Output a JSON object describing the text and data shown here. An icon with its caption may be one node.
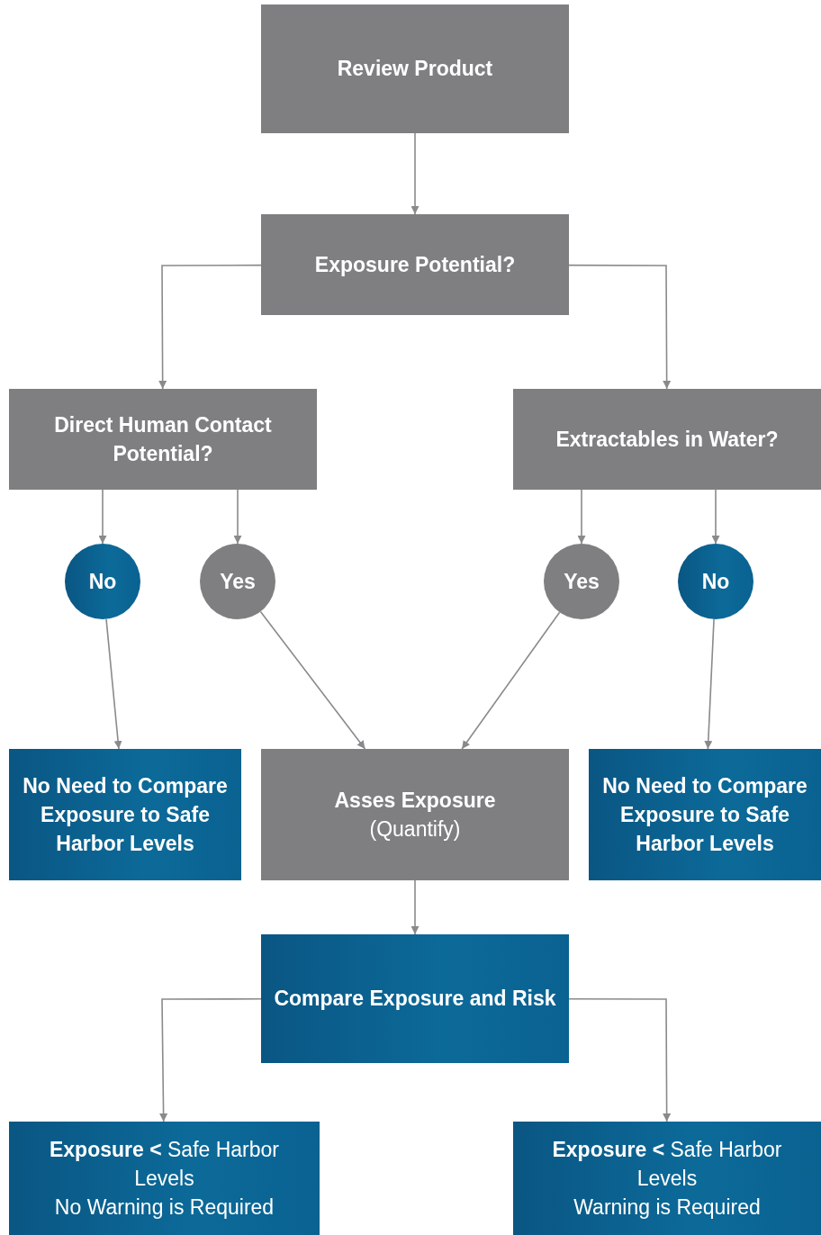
{
  "diagram": {
    "nodes": [
      {
        "text": [
          "Review Product"
        ]
      },
      {
        "text": [
          "Exposure Potential?"
        ]
      },
      {
        "text": [
          "Direct Human Contact Potential?"
        ]
      },
      {
        "text": [
          "Extractables in Water?"
        ]
      },
      {
        "text": [
          "No"
        ]
      },
      {
        "text": [
          "Yes"
        ]
      },
      {
        "text": [
          "Yes"
        ]
      },
      {
        "text": [
          "No"
        ]
      },
      {
        "text": [
          "No Need to Compare Exposure to Safe Harbor Levels"
        ]
      },
      {
        "text": [
          "Asses Exposure",
          "(Quantify)"
        ]
      },
      {
        "text": [
          "No Need to Compare Exposure to Safe Harbor Levels"
        ]
      },
      {
        "text": [
          "Compare Exposure and Risk"
        ]
      },
      {
        "text": [
          "**Exposure <** Safe Harbor Levels",
          "No Warning is Required"
        ]
      },
      {
        "text": [
          "**Exposure <** Safe Harbor Levels",
          "Warning is Required"
        ]
      }
    ],
    "edges": [
      {
        "from": 0,
        "to": 1,
        "arrow": "to"
      },
      {
        "from": 1,
        "to": 2,
        "arrow": "to"
      },
      {
        "from": 1,
        "to": 3,
        "arrow": "to"
      },
      {
        "from": 2,
        "to": 4,
        "arrow": "to"
      },
      {
        "from": 2,
        "to": 5,
        "arrow": "to"
      },
      {
        "from": 3,
        "to": 6,
        "arrow": "to"
      },
      {
        "from": 3,
        "to": 7,
        "arrow": "to"
      },
      {
        "from": 4,
        "to": 8,
        "arrow": "to"
      },
      {
        "from": 5,
        "to": 9,
        "arrow": "to"
      },
      {
        "from": 6,
        "to": 9,
        "arrow": "to"
      },
      {
        "from": 7,
        "to": 10,
        "arrow": "to"
      },
      {
        "from": 9,
        "to": 11,
        "arrow": "to"
      },
      {
        "from": 11,
        "to": 12,
        "arrow": "to"
      },
      {
        "from": 11,
        "to": 13,
        "arrow": "to"
      }
    ]
  }
}
